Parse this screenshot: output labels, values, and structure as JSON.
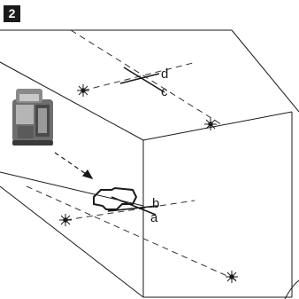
{
  "figure": {
    "step_number": "2",
    "callouts": {
      "a": "a",
      "b": "b",
      "c": "c",
      "d": "d"
    },
    "colors": {
      "line": "#1a1a1a",
      "laser_dash": "#333333",
      "badge": "#1a1a1a"
    },
    "icons": [
      "laser-level-device-icon",
      "laser-dot-icon",
      "floor-marking-icon",
      "movement-arrow-icon"
    ]
  }
}
